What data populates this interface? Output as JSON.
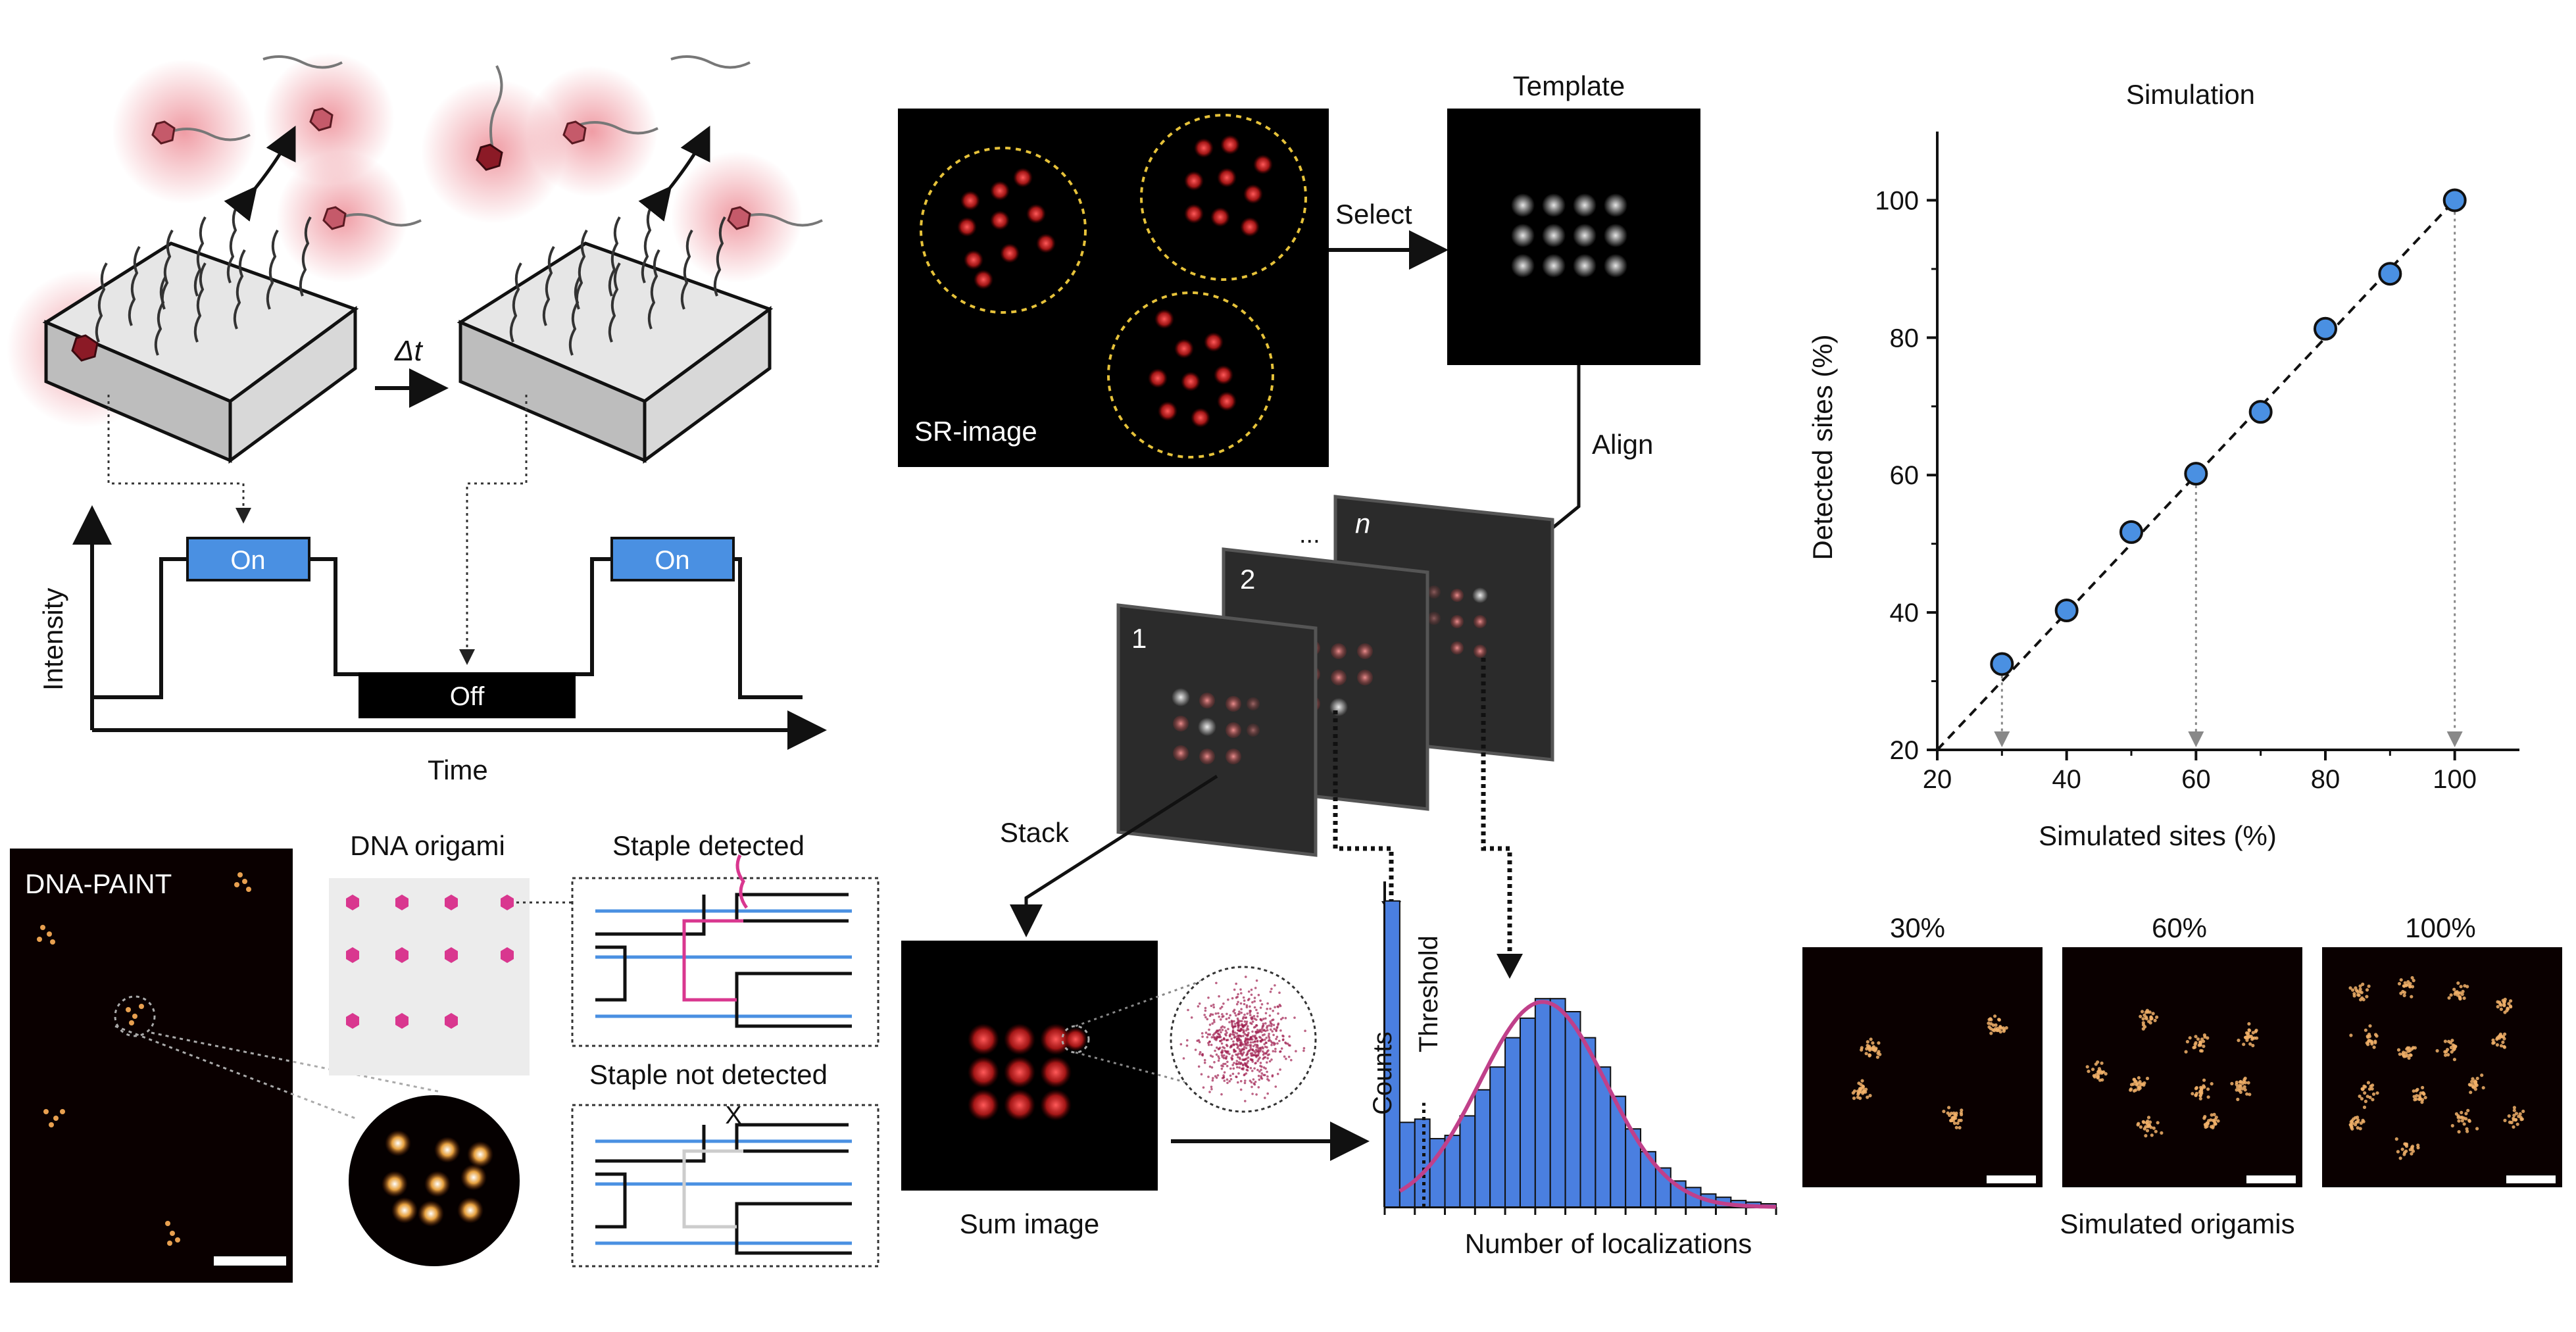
{
  "panel_a": {
    "delta_t": "Δt",
    "on_label": "On",
    "off_label": "Off",
    "y_axis": "Intensity",
    "x_axis": "Time"
  },
  "panel_b": {
    "dna_paint": "DNA-PAINT",
    "dna_origami": "DNA origami",
    "staple_detected": "Staple detected",
    "staple_not_detected": "Staple not detected",
    "x_mark": "X"
  },
  "panel_c": {
    "sr_image": "SR-image",
    "select": "Select",
    "template": "Template",
    "align": "Align",
    "frame_1": "1",
    "frame_2": "2",
    "frame_n": "n",
    "ellipsis": "...",
    "stack": "Stack",
    "sum_image": "Sum image",
    "threshold": "Threshold",
    "counts": "Counts",
    "number_of_localizations": "Number of localizations"
  },
  "panel_d": {
    "sim_30": "30%",
    "sim_60": "60%",
    "sim_100": "100%",
    "simulated_origamis": "Simulated origamis"
  },
  "colors": {
    "on_box": "#4a90e2",
    "point": "#4a90e2",
    "fit_curve": "#c0408a",
    "hist_bar": "#4a7fe0",
    "origami_spot": "#d9378f"
  },
  "chart_data": [
    {
      "type": "scatter",
      "title": "Simulation",
      "xlabel": "Simulated sites (%)",
      "ylabel": "Detected sites (%)",
      "xlim": [
        20,
        110
      ],
      "ylim": [
        20,
        110
      ],
      "xticks": [
        20,
        40,
        60,
        80,
        100
      ],
      "yticks": [
        20,
        40,
        60,
        80,
        100
      ],
      "x": [
        30,
        40,
        50,
        60,
        70,
        80,
        90,
        100
      ],
      "y": [
        32.5,
        40.3,
        51.7,
        60.2,
        69.2,
        81.3,
        89.3,
        100
      ],
      "reference_line": "y = x (dashed)",
      "highlighted_x": [
        30,
        60,
        100
      ]
    },
    {
      "type": "bar",
      "xlabel": "Number of localizations",
      "ylabel": "Counts",
      "values": [
        0.94,
        0.26,
        0.27,
        0.21,
        0.22,
        0.28,
        0.36,
        0.43,
        0.52,
        0.58,
        0.64,
        0.64,
        0.6,
        0.52,
        0.43,
        0.34,
        0.24,
        0.17,
        0.12,
        0.08,
        0.06,
        0.04,
        0.03,
        0.02,
        0.015,
        0.01
      ],
      "annotation": "Threshold",
      "fit": "gaussian"
    }
  ]
}
